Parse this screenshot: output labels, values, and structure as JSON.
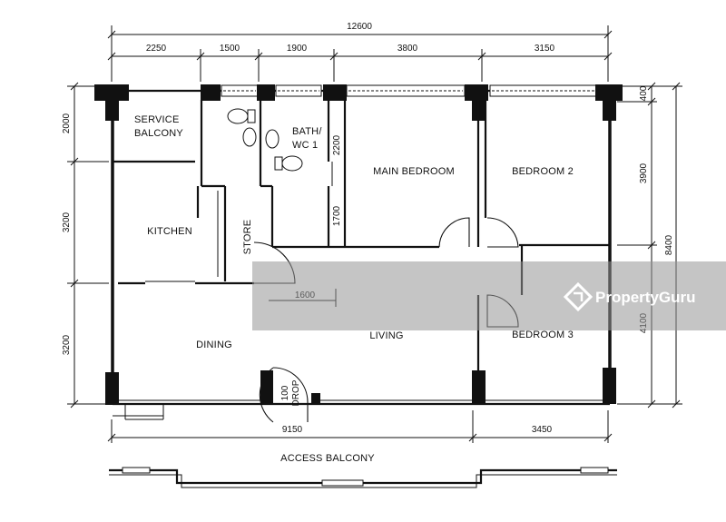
{
  "rooms": {
    "service_balcony_line1": "SERVICE",
    "service_balcony_line2": "BALCONY",
    "bath_line1": "BATH/",
    "bath_line2": "WC 1",
    "main_bedroom": "MAIN BEDROOM",
    "bedroom2": "BEDROOM 2",
    "kitchen": "KITCHEN",
    "store": "STORE",
    "dining": "DINING",
    "living": "LIVING",
    "bedroom3": "BEDROOM 3",
    "access_balcony": "ACCESS BALCONY",
    "drop_line1": "100",
    "drop_line2": "DROP"
  },
  "dimensions": {
    "overall_top": "12600",
    "top_segments": [
      "2250",
      "1500",
      "1900",
      "3800",
      "3150"
    ],
    "left_segments": [
      "2000",
      "3200",
      "3200"
    ],
    "inner_bath": [
      "2200",
      "1700"
    ],
    "right_segments": [
      "400",
      "3900",
      "4100"
    ],
    "right_overall": "8400",
    "bottom_segments": [
      "9150",
      "3450"
    ],
    "living_note": "1600"
  },
  "watermark": {
    "brand": "PropertyGuru",
    "accent_color": "#ffffff"
  }
}
